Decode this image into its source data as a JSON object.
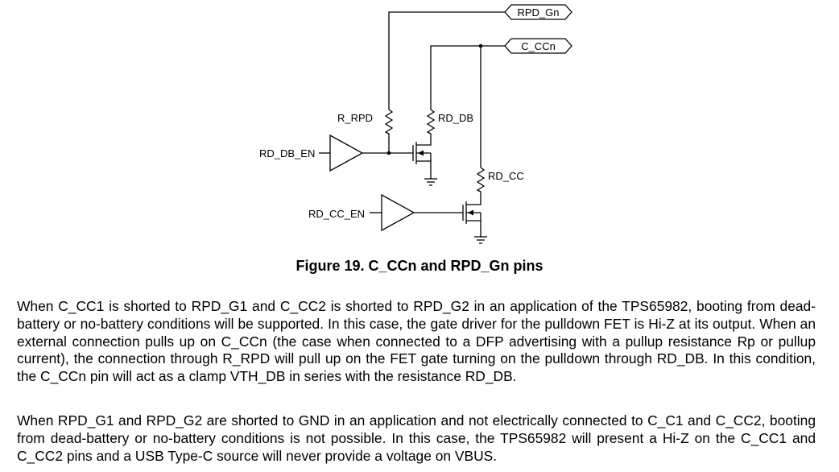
{
  "figure": {
    "labels": {
      "rpd_gn": "RPD_Gn",
      "c_ccn": "C_CCn",
      "r_rpd": "R_RPD",
      "rd_db": "RD_DB",
      "rd_db_en": "RD_DB_EN",
      "rd_cc": "RD_CC",
      "rd_cc_en": "RD_CC_EN"
    },
    "caption": "Figure 19.  C_CCn and RPD_Gn pins"
  },
  "body": {
    "paragraph_1": "When C_CC1 is shorted to RPD_G1 and C_CC2 is shorted to RPD_G2 in an application of the TPS65982, booting from dead-battery or no-battery conditions will be supported. In this case, the gate driver for the pulldown FET is Hi-Z at its output. When an external connection pulls up on C_CCn (the case when connected to a DFP advertising with a pullup resistance Rp or pullup current), the connection through R_RPD will pull up on the FET gate turning on the pulldown through RD_DB. In this condition, the C_CCn pin will act as a clamp VTH_DB in series with the resistance RD_DB.",
    "paragraph_2": "When RPD_G1 and RPD_G2 are shorted to GND in an application and not electrically connected to C_C1 and C_CC2, booting from dead-battery or no-battery conditions is not possible. In this case, the TPS65982 will present a Hi-Z on the C_CC1 and C_CC2 pins and a USB Type-C source will never provide a voltage on VBUS."
  }
}
